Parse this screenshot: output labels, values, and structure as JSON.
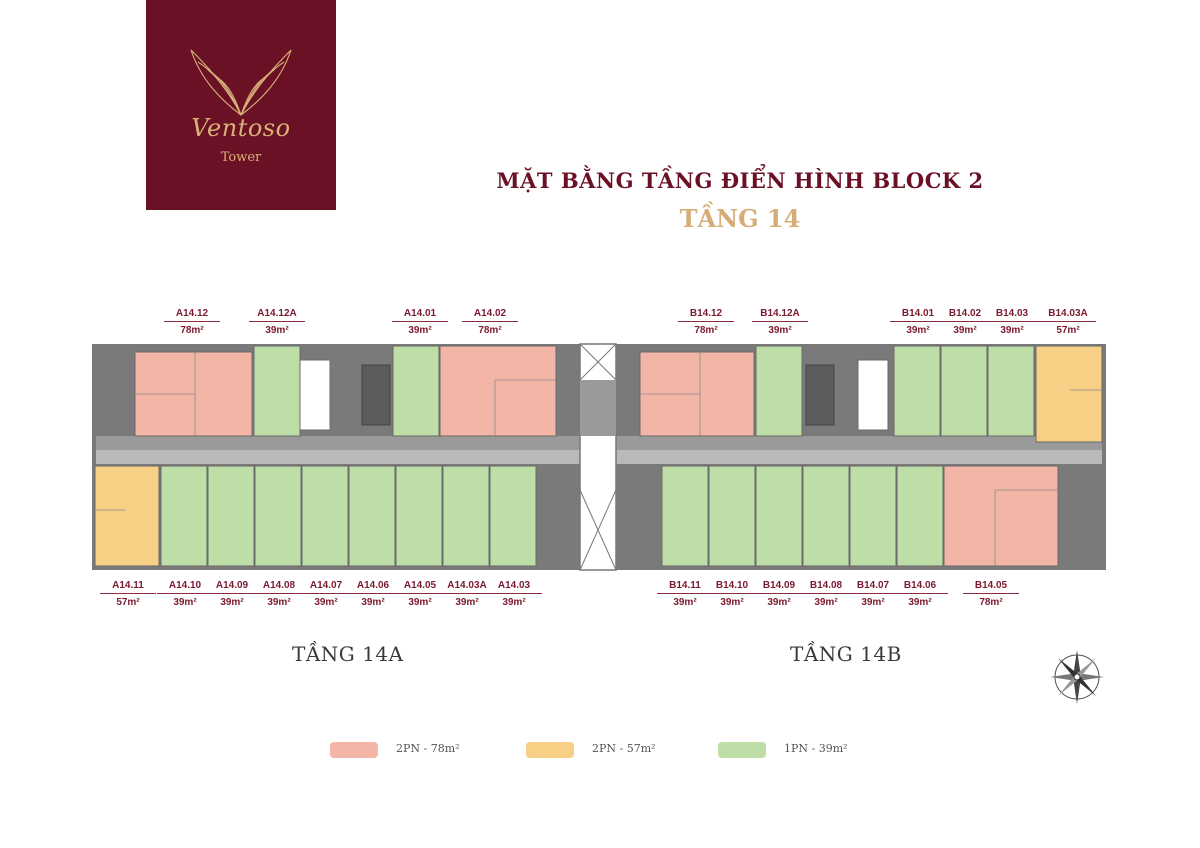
{
  "logo": {
    "brand": "Ventoso",
    "brand_sub": "Tower"
  },
  "title": "MẶT BẰNG TẦNG ĐIỂN HÌNH BLOCK 2",
  "subtitle": "TẦNG 14",
  "floors": {
    "a": "TẦNG 14A",
    "b": "TẦNG 14B"
  },
  "labels_top": [
    {
      "code": "A14.12",
      "area": "78m²"
    },
    {
      "code": "A14.12A",
      "area": "39m²"
    },
    {
      "code": "A14.01",
      "area": "39m²"
    },
    {
      "code": "A14.02",
      "area": "78m²"
    },
    {
      "code": "B14.12",
      "area": "78m²"
    },
    {
      "code": "B14.12A",
      "area": "39m²"
    },
    {
      "code": "B14.01",
      "area": "39m²"
    },
    {
      "code": "B14.02",
      "area": "39m²"
    },
    {
      "code": "B14.03",
      "area": "39m²"
    },
    {
      "code": "B14.03A",
      "area": "57m²"
    }
  ],
  "labels_bottom": [
    {
      "code": "A14.11",
      "area": "57m²"
    },
    {
      "code": "A14.10",
      "area": "39m²"
    },
    {
      "code": "A14.09",
      "area": "39m²"
    },
    {
      "code": "A14.08",
      "area": "39m²"
    },
    {
      "code": "A14.07",
      "area": "39m²"
    },
    {
      "code": "A14.06",
      "area": "39m²"
    },
    {
      "code": "A14.05",
      "area": "39m²"
    },
    {
      "code": "A14.03A",
      "area": "39m²"
    },
    {
      "code": "A14.03",
      "area": "39m²"
    },
    {
      "code": "B14.11",
      "area": "39m²"
    },
    {
      "code": "B14.10",
      "area": "39m²"
    },
    {
      "code": "B14.09",
      "area": "39m²"
    },
    {
      "code": "B14.08",
      "area": "39m²"
    },
    {
      "code": "B14.07",
      "area": "39m²"
    },
    {
      "code": "B14.06",
      "area": "39m²"
    },
    {
      "code": "B14.05",
      "area": "78m²"
    }
  ],
  "legend": [
    {
      "label": "2PN - 78m²",
      "color": "#f3b6a6"
    },
    {
      "label": "2PN - 57m²",
      "color": "#f7cf85"
    },
    {
      "label": "1PN - 39m²",
      "color": "#bfdea7"
    }
  ],
  "colors": {
    "brand": "#6b1126",
    "gold": "#d6ad78",
    "structure": "#777777",
    "corridor": "#b8b8b8"
  },
  "compass_icon": "compass-rose-icon"
}
